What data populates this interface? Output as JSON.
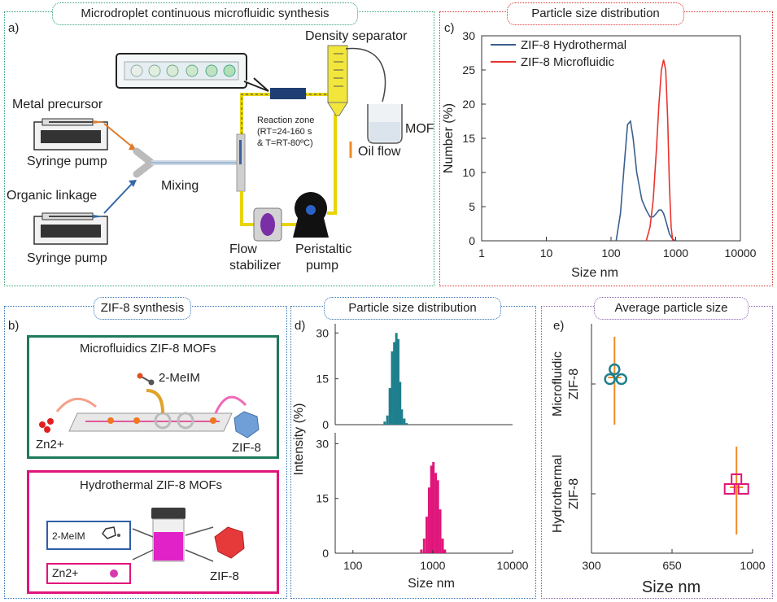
{
  "panel_a": {
    "title": "Microdroplet continuous microfluidic synthesis",
    "letter": "a)",
    "metal_precursor": "Metal precursor",
    "syringe_pump_1": "Syringe pump",
    "organic_linkage": "Organic linkage",
    "syringe_pump_2": "Syringe pump",
    "mixing": "Mixing",
    "density_separator": "Density separator",
    "mof": "MOF",
    "oil_flow": "Oil flow",
    "reaction_zone_1": "Reaction zone",
    "reaction_zone_2": "(RT=24-160 s",
    "reaction_zone_3": "& T=RT-80ºC)",
    "flow_stabilizer_1": "Flow",
    "flow_stabilizer_2": "stabilizer",
    "peristaltic_1": "Peristaltic",
    "peristaltic_2": "pump"
  },
  "panel_b": {
    "title": "ZIF-8 synthesis",
    "letter": "b)",
    "micro_title": "Microfluidics ZIF-8 MOFs",
    "micro_reagent": "2-MeIM",
    "micro_zn": "Zn2+",
    "micro_product": "ZIF-8",
    "hydro_title": "Hydrothermal ZIF-8 MOFs",
    "hydro_reagent": "2-MeIM",
    "hydro_zn": "Zn2+",
    "hydro_product": "ZIF-8"
  },
  "panel_c": {
    "title": "Particle size distribution",
    "letter": "c)"
  },
  "panel_d": {
    "title": "Particle size distribution",
    "letter": "d)"
  },
  "panel_e": {
    "title": "Average particle size",
    "letter": "e)"
  },
  "colors": {
    "border_green": "#2e9e6e",
    "border_red": "#d9302c",
    "border_blue": "#2f6fb3",
    "border_purple": "#8b5fb0",
    "hydro_line": "#3b5f8f",
    "micro_line": "#e8332e",
    "teal_bars": "#1f7f8c",
    "pink_bars": "#e0157a",
    "orange_error": "#f08a24"
  },
  "chart_data": [
    {
      "id": "c",
      "type": "line",
      "xlabel": "Size nm",
      "ylabel": "Number (%)",
      "xscale": "log",
      "xlim": [
        1,
        10000
      ],
      "ylim": [
        0,
        30
      ],
      "xticks": [
        "1",
        "10",
        "100",
        "1000",
        "10000"
      ],
      "yticks": [
        "0",
        "5",
        "10",
        "15",
        "20",
        "25",
        "30"
      ],
      "legend": "top-left",
      "series": [
        {
          "name": "ZIF-8 Hydrothermal",
          "color": "#3b5f8f",
          "x": [
            120,
            140,
            160,
            180,
            200,
            220,
            250,
            300,
            350,
            400,
            450,
            500,
            550,
            600,
            650,
            700,
            800,
            900,
            1000
          ],
          "y": [
            0,
            4,
            11,
            17,
            17.5,
            15,
            10,
            6,
            4.5,
            3.5,
            3.5,
            4,
            4.5,
            4.5,
            4,
            3,
            1,
            0.2,
            0
          ]
        },
        {
          "name": "ZIF-8 Microfluidic",
          "color": "#e8332e",
          "x": [
            350,
            400,
            450,
            500,
            550,
            600,
            650,
            700,
            750,
            800,
            850,
            900
          ],
          "y": [
            0,
            2,
            6,
            13,
            20,
            25,
            26.5,
            25,
            18,
            8,
            2,
            0
          ]
        }
      ]
    },
    {
      "id": "d",
      "type": "bar",
      "ylabel": "Intensity (%)",
      "xlabel": "Size nm",
      "xscale": "log",
      "xlim": [
        60,
        10000
      ],
      "xticks": [
        "100",
        "1000",
        "10000"
      ],
      "panels": [
        {
          "ylim": [
            0,
            33
          ],
          "yticks": [
            "0",
            "15",
            "30"
          ],
          "color": "#1f7f8c",
          "x": [
            250,
            270,
            290,
            310,
            330,
            350,
            370,
            390,
            410,
            440,
            470
          ],
          "values": [
            1,
            3,
            12,
            24,
            27,
            30,
            28,
            14,
            5,
            2,
            0.5
          ]
        },
        {
          "ylim": [
            0,
            33
          ],
          "yticks": [
            "0",
            "15",
            "30"
          ],
          "color": "#e0157a",
          "x": [
            720,
            780,
            840,
            900,
            960,
            1020,
            1090,
            1160,
            1240,
            1330,
            1420
          ],
          "values": [
            1,
            4,
            10,
            18,
            24,
            25,
            22,
            20,
            12,
            4,
            1
          ]
        }
      ]
    },
    {
      "id": "e",
      "type": "scatter",
      "xlabel": "Size nm",
      "xlim": [
        300,
        1000
      ],
      "xticks": [
        "300",
        "650",
        "1000"
      ],
      "categories": [
        "Microfluidic ZIF-8",
        "Hydrothermal ZIF-8"
      ],
      "series": [
        {
          "category": "Microfluidic ZIF-8",
          "marker": "circle",
          "color": "#1f7f8c",
          "x": [
            400,
            430,
            380
          ],
          "y_offset": [
            0,
            1,
            1
          ]
        },
        {
          "category": "Hydrothermal ZIF-8",
          "marker": "square",
          "color": "#e0157a",
          "x": [
            930,
            960,
            900
          ],
          "y_offset": [
            0,
            1,
            1
          ]
        }
      ]
    }
  ]
}
